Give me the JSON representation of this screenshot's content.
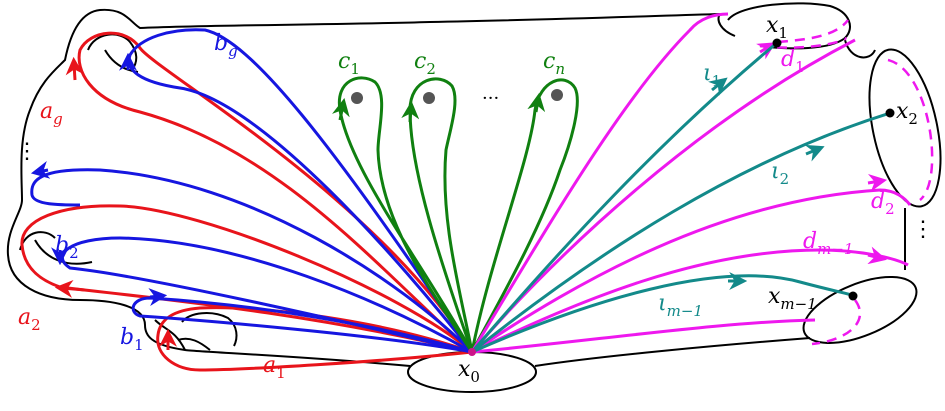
{
  "colors": {
    "surface": "#000000",
    "a": "#e8141b",
    "b": "#1616e0",
    "c": "#108010",
    "d": "#ee18ee",
    "iota": "#138a8a",
    "puncture": "#555555"
  },
  "labels": {
    "a1": "a",
    "a1_sub": "1",
    "a2": "a",
    "a2_sub": "2",
    "ag": "a",
    "ag_sub": "g",
    "b1": "b",
    "b1_sub": "1",
    "b2": "b",
    "b2_sub": "2",
    "bg": "b",
    "bg_sub": "g",
    "c1": "c",
    "c1_sub": "1",
    "c2": "c",
    "c2_sub": "2",
    "cn": "c",
    "cn_sub": "n",
    "dots_c": "···",
    "dots_left": "⋮",
    "dots_right": "⋮",
    "d1": "d",
    "d1_sub": "1",
    "d2": "d",
    "d2_sub": "2",
    "dm1": "d",
    "dm1_sub": "m−1",
    "i1": "ι",
    "i1_sub": "1",
    "i2": "ι",
    "i2_sub": "2",
    "im1": "ι",
    "im1_sub": "m−1",
    "x0": "x",
    "x0_sub": "0",
    "x1": "x",
    "x1_sub": "1",
    "x2": "x",
    "x2_sub": "2",
    "xm1": "x",
    "xm1_sub": "m−1"
  }
}
